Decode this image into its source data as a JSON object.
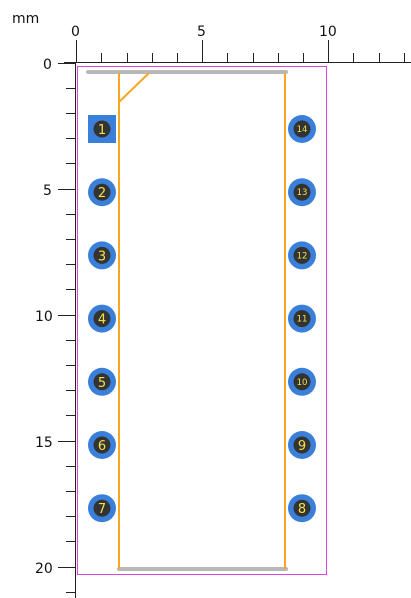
{
  "ruler": {
    "unit_label": "mm",
    "top_tick_labels": [
      "0",
      "5",
      "10"
    ],
    "left_tick_labels": [
      "0",
      "5",
      "10",
      "15",
      "20"
    ]
  },
  "footprint": {
    "pins_left": [
      "1",
      "2",
      "3",
      "4",
      "5",
      "6",
      "7"
    ],
    "pins_right": [
      "14",
      "13",
      "12",
      "11",
      "10",
      "9",
      "8"
    ]
  },
  "colors": {
    "outline": "#e040e0",
    "silkscreen": "#f5a623",
    "fab_line": "#b8b8b8",
    "pad": "#3a7fd9",
    "drill": "#333333",
    "pin_text": "#f2e04a"
  }
}
